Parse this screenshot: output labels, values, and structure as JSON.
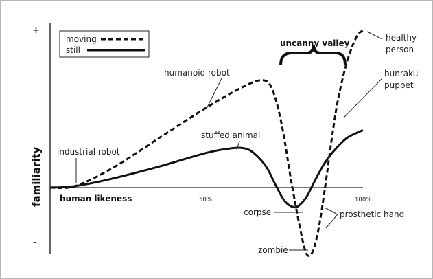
{
  "chart_data": {
    "type": "line",
    "title": "",
    "xlabel": "human likeness",
    "ylabel": "familiarity",
    "y_top_sign": "+",
    "y_bottom_sign": "-",
    "xlim": [
      0,
      100
    ],
    "ylim": [
      -1,
      1
    ],
    "x_tick_labels": [
      "50%",
      "100%"
    ],
    "x_ticks": [
      50,
      100
    ],
    "grid": false,
    "legend": {
      "position": "top-left",
      "entries": [
        "moving",
        "still"
      ]
    },
    "series": [
      {
        "name": "moving",
        "style": "dashed",
        "x": [
          0,
          8,
          20,
          35,
          50,
          62,
          68,
          71,
          74,
          77,
          80,
          82,
          84,
          86,
          88,
          90,
          92,
          95,
          98,
          100
        ],
        "y": [
          0.0,
          0.01,
          0.13,
          0.33,
          0.53,
          0.67,
          0.71,
          0.65,
          0.42,
          0.05,
          -0.28,
          -0.44,
          -0.42,
          -0.25,
          0.02,
          0.32,
          0.58,
          0.84,
          1.0,
          1.04
        ]
      },
      {
        "name": "still",
        "style": "solid",
        "x": [
          0,
          8,
          20,
          35,
          50,
          58,
          62,
          65,
          69,
          72,
          75,
          78,
          80,
          82,
          84,
          86,
          88,
          91,
          95,
          100
        ],
        "y": [
          0.0,
          0.01,
          0.06,
          0.14,
          0.23,
          0.26,
          0.26,
          0.23,
          0.14,
          0.02,
          -0.09,
          -0.13,
          -0.11,
          -0.06,
          0.02,
          0.1,
          0.17,
          0.25,
          0.33,
          0.38
        ]
      }
    ],
    "annotations": [
      {
        "text": "uncanny valley",
        "x": 84,
        "y": 1.02
      },
      {
        "text": "healthy person",
        "x": 100,
        "y": 1.04
      },
      {
        "text": "bunraku puppet",
        "x": 92,
        "y": 0.58
      },
      {
        "text": "humanoid robot",
        "x": 50,
        "y": 0.53
      },
      {
        "text": "stuffed animal",
        "x": 62,
        "y": 0.26
      },
      {
        "text": "industrial robot",
        "x": 8,
        "y": 0.01
      },
      {
        "text": "corpse",
        "x": 82,
        "y": -0.13
      },
      {
        "text": "prosthetic hand",
        "x": 88,
        "y": 0.02
      },
      {
        "text": "zombie",
        "x": 82,
        "y": -0.44
      }
    ]
  }
}
